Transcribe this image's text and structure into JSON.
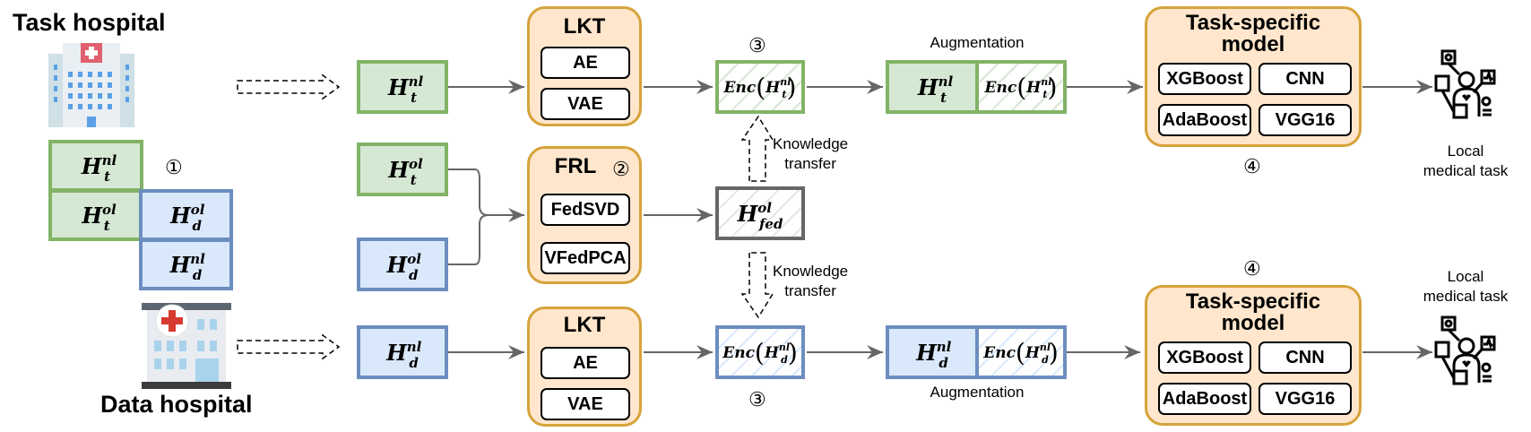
{
  "titles": {
    "task_hospital": "Task hospital",
    "data_hospital": "Data hospital"
  },
  "icons": {
    "task_hospital": "hospital-building-icon",
    "data_hospital": "hospital-building-icon",
    "local_task": "doctor-medical-task-icon"
  },
  "colors": {
    "green_fill": "#d5e8d4",
    "green_border": "#82b366",
    "blue_fill": "#dae8fc",
    "blue_border": "#6c8ebf",
    "orange_fill": "#ffe6cc",
    "orange_border": "#d6a33a",
    "arrow": "#666666"
  },
  "steps": {
    "s1": "①",
    "s2": "②",
    "s3": "③",
    "s4": "④"
  },
  "matrix": {
    "Ht_nl": {
      "base": "H",
      "sup": "nl",
      "sub": "t"
    },
    "Ht_ol": {
      "base": "H",
      "sup": "ol",
      "sub": "t"
    },
    "Hd_ol": {
      "base": "H",
      "sup": "ol",
      "sub": "d"
    },
    "Hd_nl": {
      "base": "H",
      "sup": "nl",
      "sub": "d"
    }
  },
  "fed": {
    "base": "H",
    "sup": "ol",
    "sub": "fed"
  },
  "enc": {
    "prefix": "Enc",
    "open": "(",
    "close": ")"
  },
  "lkt": {
    "title": "LKT",
    "methods": [
      "AE",
      "VAE"
    ]
  },
  "frl": {
    "title": "FRL",
    "methods": [
      "FedSVD",
      "VFedPCA"
    ]
  },
  "knowledge_transfer": {
    "line1": "Knowledge",
    "line2": "transfer"
  },
  "augmentation": "Augmentation",
  "task_model": {
    "title_line1": "Task-specific",
    "title_line2": "model",
    "models": [
      "XGBoost",
      "CNN",
      "AdaBoost",
      "VGG16"
    ]
  },
  "local_task": {
    "line1": "Local",
    "line2": "medical task"
  }
}
